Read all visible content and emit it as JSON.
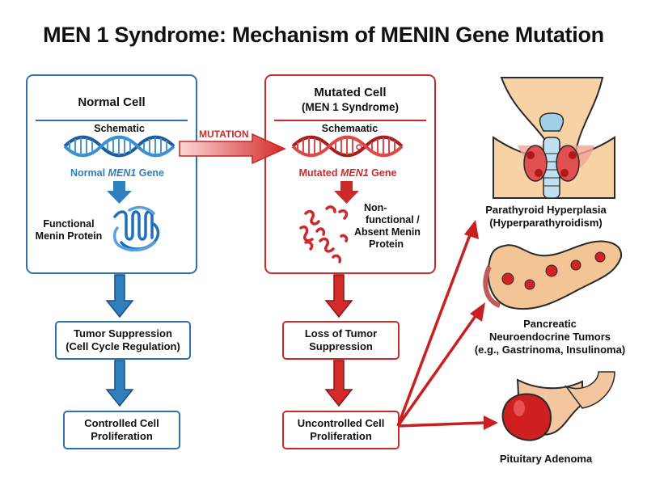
{
  "title": "MEN 1 Syndrome: Mechanism of MENIN Gene Mutation",
  "normal_cell": {
    "title": "Normal Cell",
    "schematic_label": "Schematic",
    "gene_prefix": "Normal ",
    "gene_name": "MEN1",
    "gene_suffix": " Gene",
    "protein_line1": "Functional",
    "protein_line2": "Menin Protein"
  },
  "mutation_label": "MUTATION",
  "mutated_cell": {
    "title_line1": "Mutated Cell",
    "title_line2": "(MEN 1 Syndrome)",
    "schematic_label": "Schemaatic",
    "gene_prefix": "Mutated ",
    "gene_name": "MEN1",
    "gene_suffix": " Gene",
    "protein_line1": "Non-",
    "protein_line2": "functional /",
    "protein_line3": "Absent Menin",
    "protein_line4": "Protein"
  },
  "normal_flow": {
    "box1_line1": "Tumor Suppression",
    "box1_line2": "(Cell Cycle Regulation)",
    "box2_line1": "Controlled Cell",
    "box2_line2": "Proliferation"
  },
  "mutated_flow": {
    "box1_line1": "Loss of Tumor",
    "box1_line2": "Suppression",
    "box2_line1": "Uncontrolled Cell",
    "box2_line2": "Proliferation"
  },
  "outcomes": {
    "parathyroid_line1": "Parathyroid Hyperplasia",
    "parathyroid_line2": "(Hyperparathyroidism)",
    "pancreatic_line1": "Pancreatic",
    "pancreatic_line2": "Neuroendocrine Tumors",
    "pancreatic_line3": "(e.g., Gastrinoma, Insulinoma)",
    "pituitary": "Pituitary Adenoma"
  },
  "colors": {
    "normal": "#2f72ad",
    "mutated": "#cc2a2a",
    "skin": "#f7d2a4",
    "tumor": "#d42323"
  }
}
